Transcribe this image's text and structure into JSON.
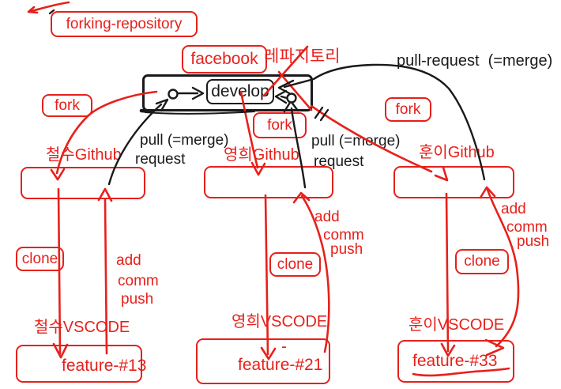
{
  "colors": {
    "red": "#e7201b",
    "black": "#1a1a1a"
  },
  "header": {
    "title": "forking-repository",
    "repo_name": "facebook",
    "repo_name_ko": "레파지토리",
    "branch": "develop",
    "top_pull_label": "pull-request  (=merge)"
  },
  "columns": [
    {
      "github_label": "철수Github",
      "fork_label": "fork",
      "clone_label": "clone",
      "pull_label_line1": "pull (=merge)",
      "pull_label_line2": "request",
      "add_label": "add",
      "comm_label": "comm",
      "push_label": "push",
      "vscode_label": "철수VSCODE",
      "feature_label": "feature-#13"
    },
    {
      "github_label": "영희Github",
      "fork_label": "fork",
      "clone_label": "clone",
      "pull_label_line1": "pull (=merge)",
      "pull_label_line2": "request",
      "add_label": "add",
      "comm_label": "comm",
      "push_label": "push",
      "vscode_label": "영희VSCODE",
      "dash": "-",
      "feature_label": "feature-#21"
    },
    {
      "github_label": "훈이Github",
      "fork_label": "fork",
      "clone_label": "clone",
      "add_label": "add",
      "comm_label": "comm",
      "push_label": "push",
      "vscode_label": "훈이VSCODE",
      "feature_label": "feature-#33"
    }
  ]
}
